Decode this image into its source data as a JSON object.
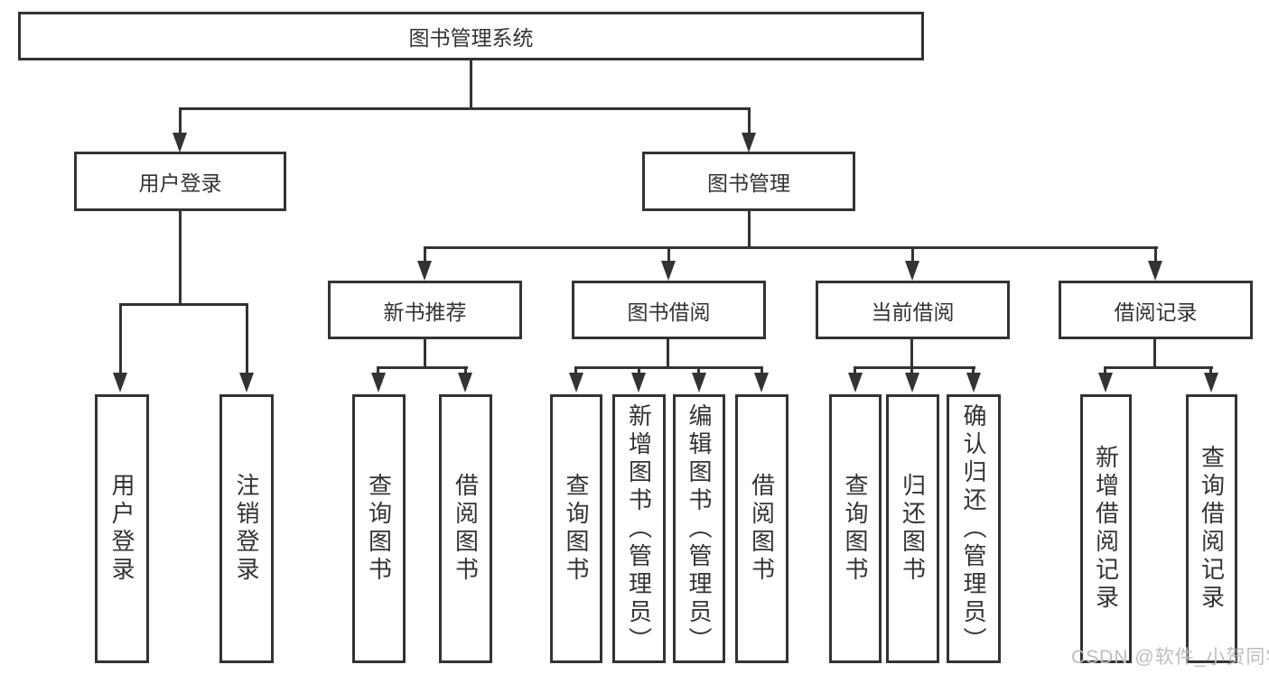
{
  "title": "图书管理系统",
  "watermark": "CSDN @软件_小贺同学",
  "colors": {
    "line": "#333333",
    "text": "#333333",
    "background": "#ffffff",
    "watermark": "#bdbdbd"
  },
  "nodes": {
    "root": {
      "label": "图书管理系统"
    },
    "user_login": {
      "label": "用户登录"
    },
    "book_mgmt": {
      "label": "图书管理"
    },
    "new_rec": {
      "label": "新书推荐"
    },
    "borrow": {
      "label": "图书借阅"
    },
    "current": {
      "label": "当前借阅"
    },
    "records": {
      "label": "借阅记录"
    },
    "ul_login": {
      "label": "用户登录"
    },
    "ul_logout": {
      "label": "注销登录"
    },
    "rec_query": {
      "label": "查询图书"
    },
    "rec_borrow": {
      "label": "借阅图书"
    },
    "bb_query": {
      "label": "查询图书"
    },
    "bb_add": {
      "label": "新增图书（管理员）"
    },
    "bb_edit": {
      "label": "编辑图书（管理员）"
    },
    "bb_borrow": {
      "label": "借阅图书"
    },
    "cb_query": {
      "label": "查询图书"
    },
    "cb_return": {
      "label": "归还图书"
    },
    "cb_confirm": {
      "label": "确认归还（管理员）"
    },
    "br_add": {
      "label": "新增借阅记录"
    },
    "br_query": {
      "label": "查询借阅记录"
    }
  },
  "edges": [
    [
      "root",
      "user_login"
    ],
    [
      "root",
      "book_mgmt"
    ],
    [
      "user_login",
      "ul_login"
    ],
    [
      "user_login",
      "ul_logout"
    ],
    [
      "book_mgmt",
      "new_rec"
    ],
    [
      "book_mgmt",
      "borrow"
    ],
    [
      "book_mgmt",
      "current"
    ],
    [
      "book_mgmt",
      "records"
    ],
    [
      "new_rec",
      "rec_query"
    ],
    [
      "new_rec",
      "rec_borrow"
    ],
    [
      "borrow",
      "bb_query"
    ],
    [
      "borrow",
      "bb_add"
    ],
    [
      "borrow",
      "bb_edit"
    ],
    [
      "borrow",
      "bb_borrow"
    ],
    [
      "current",
      "cb_query"
    ],
    [
      "current",
      "cb_return"
    ],
    [
      "current",
      "cb_confirm"
    ],
    [
      "records",
      "br_add"
    ],
    [
      "records",
      "br_query"
    ]
  ]
}
